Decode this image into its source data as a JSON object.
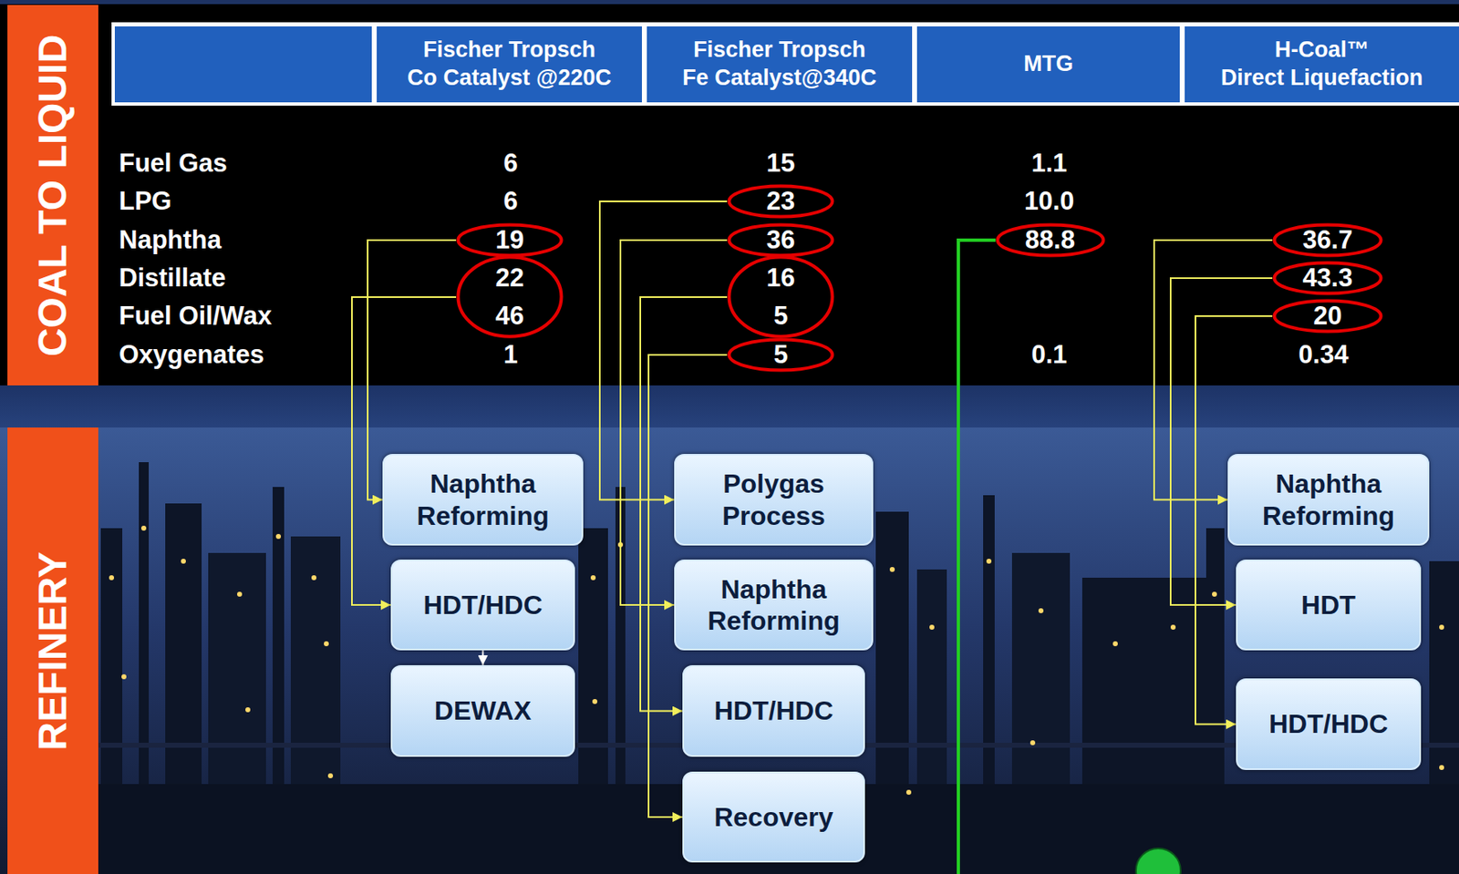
{
  "diagram": {
    "nodes": [
      {
        "text": [
          "COAL TO LIQUID"
        ]
      },
      {
        "text": [
          "Fischer Tropsch Co Catalyst @220C"
        ]
      },
      {
        "text": [
          "Fischer Tropsch Fe Catalyst@340C"
        ]
      },
      {
        "text": [
          "MTG"
        ]
      },
      {
        "text": [
          "H-Coal™ Direct Liquefaction"
        ]
      },
      {
        "text": [
          "23"
        ]
      },
      {
        "text": [
          "19"
        ]
      },
      {
        "text": [
          "36"
        ]
      },
      {
        "text": [
          "88.8"
        ]
      },
      {
        "text": [
          "36.7"
        ]
      },
      {
        "text": [
          "22",
          "46"
        ]
      },
      {
        "text": [
          "16",
          "5"
        ]
      },
      {
        "text": [
          "43.3"
        ]
      },
      {
        "text": [
          "20"
        ]
      },
      {
        "text": [
          "5"
        ]
      },
      {
        "text": [
          "REFINERY"
        ]
      },
      {
        "text": [
          "Naphtha Reforming"
        ]
      },
      {
        "text": [
          "Polygas Process"
        ]
      },
      {
        "text": [
          "Naphtha Reforming"
        ]
      },
      {
        "text": [
          "HDT/HDC"
        ]
      },
      {
        "text": [
          "Naphtha Reforming"
        ]
      },
      {
        "text": [
          "HDT"
        ]
      },
      {
        "text": [
          "DEWAX"
        ]
      },
      {
        "text": [
          "HDT/HDC"
        ]
      },
      {
        "text": [
          "HDT/HDC"
        ]
      },
      {
        "text": [
          "Recovery"
        ]
      }
    ],
    "edges": [
      {
        "from": 6,
        "to": 16,
        "arrow": "to"
      },
      {
        "from": 10,
        "to": 19,
        "arrow": "to"
      },
      {
        "from": 19,
        "to": 22,
        "arrow": "to"
      },
      {
        "from": 5,
        "to": 17,
        "arrow": "to"
      },
      {
        "from": 7,
        "to": 20,
        "arrow": "to"
      },
      {
        "from": 11,
        "to": 23,
        "arrow": "to"
      },
      {
        "from": 14,
        "to": 25,
        "arrow": "to"
      },
      {
        "from": 9,
        "to": 18,
        "arrow": "to"
      },
      {
        "from": 12,
        "to": 21,
        "arrow": "to"
      },
      {
        "from": 13,
        "to": 24,
        "arrow": "to"
      }
    ],
    "labels": [
      "Fuel Gas",
      "6",
      "15",
      "1.1",
      "LPG",
      "6",
      "10.0",
      "Naphtha",
      "Distillate",
      "Fuel Oil/Wax",
      "Oxygenates",
      "1",
      "0.1",
      "0.34"
    ]
  }
}
